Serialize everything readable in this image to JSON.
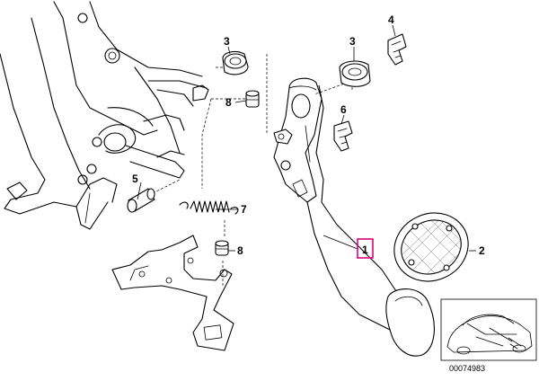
{
  "callouts": [
    {
      "id": "pedal",
      "label": "1"
    },
    {
      "id": "pedal-pad",
      "label": "2"
    },
    {
      "id": "bushing-left",
      "label": "3"
    },
    {
      "id": "bushing-right",
      "label": "3"
    },
    {
      "id": "clip-top",
      "label": "4"
    },
    {
      "id": "pin",
      "label": "5"
    },
    {
      "id": "clip-mid",
      "label": "6"
    },
    {
      "id": "spring",
      "label": "7"
    },
    {
      "id": "grommet-top",
      "label": "8"
    },
    {
      "id": "grommet-bottom",
      "label": "8"
    }
  ],
  "highlight_color": "#e0007a",
  "reference_code": "00074983",
  "inset": {
    "icon": "car-icon"
  }
}
